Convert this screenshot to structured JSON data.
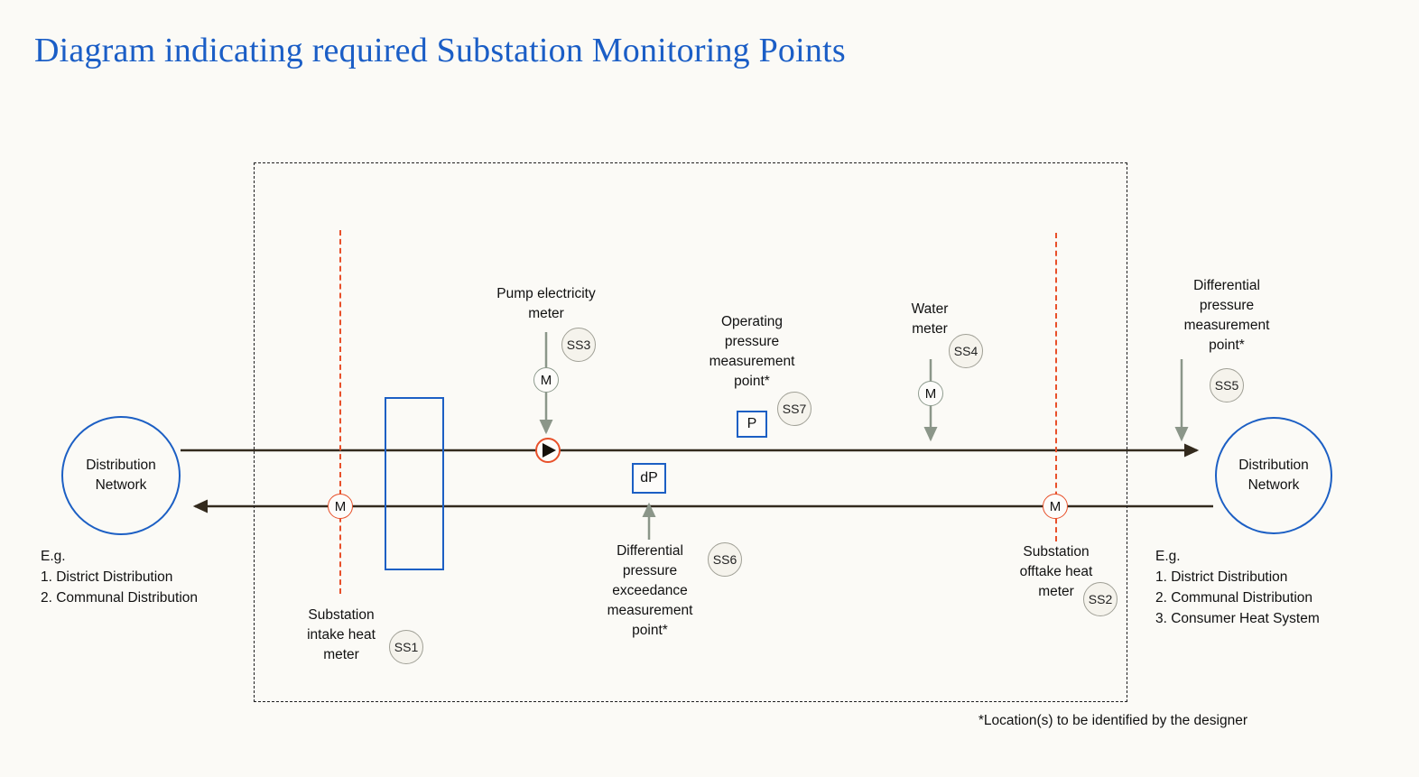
{
  "title": "Diagram indicating required Substation Monitoring Points",
  "footnote": "*Location(s) to be identified by the designer",
  "colors": {
    "title_blue": "#1b5ec6",
    "network_blue": "#1c5fc4",
    "pipe_dark": "#332a1d",
    "meter_arrow_gray": "#8b9689",
    "dashed_red": "#e8502a",
    "badge_fill": "#f5f3ec",
    "background": "#fbfaf6"
  },
  "networks": {
    "left": {
      "label": "Distribution Network",
      "examples_heading": "E.g.",
      "examples": [
        "1. District Distribution",
        "2. Communal Distribution"
      ]
    },
    "right": {
      "label": "Distribution Network",
      "examples_heading": "E.g.",
      "examples": [
        "1. District Distribution",
        "2. Communal Distribution",
        "3. Consumer Heat System"
      ]
    }
  },
  "points": {
    "ss1": {
      "tag": "SS1",
      "label": "Substation intake heat meter",
      "symbol": "M"
    },
    "ss2": {
      "tag": "SS2",
      "label": "Substation offtake heat meter",
      "symbol": "M"
    },
    "ss3": {
      "tag": "SS3",
      "label": "Pump electricity meter",
      "symbol": "M"
    },
    "ss4": {
      "tag": "SS4",
      "label": "Water meter",
      "symbol": "M"
    },
    "ss5": {
      "tag": "SS5",
      "label": "Differential pressure measurement point*"
    },
    "ss6": {
      "tag": "SS6",
      "label": "Differential pressure exceedance measurement point*",
      "symbol": "dP"
    },
    "ss7": {
      "tag": "SS7",
      "label": "Operating pressure measurement point*",
      "symbol": "P"
    }
  }
}
